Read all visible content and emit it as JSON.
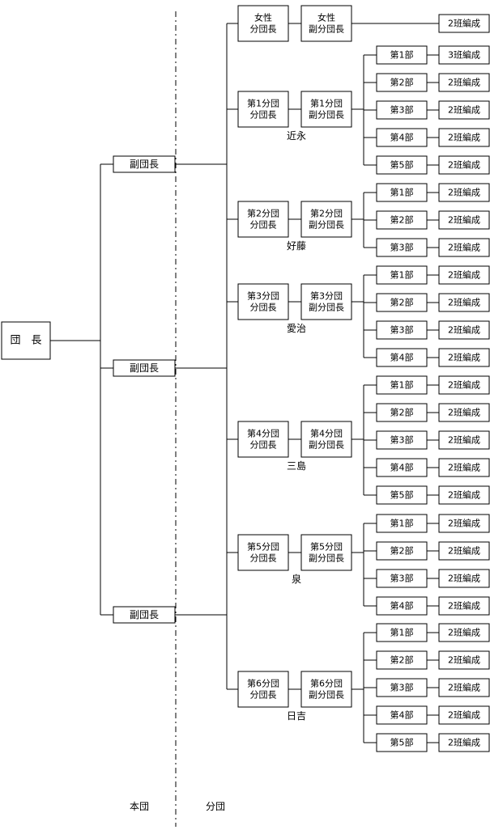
{
  "head": "団　長",
  "vice_heads": [
    "副団長",
    "副団長",
    "副団長"
  ],
  "sections": {
    "main": "本団",
    "branch": "分団"
  },
  "branches": [
    {
      "chief": [
        "女性",
        "分団長"
      ],
      "vice": [
        "女性",
        "副分団長"
      ],
      "area": "",
      "units": [],
      "women_unit": "2班編成"
    },
    {
      "chief": [
        "第1分団",
        "分団長"
      ],
      "vice": [
        "第1分団",
        "副分団長"
      ],
      "area": "近永",
      "units": [
        {
          "name": "第1部",
          "teams": "3班編成"
        },
        {
          "name": "第2部",
          "teams": "2班編成"
        },
        {
          "name": "第3部",
          "teams": "2班編成"
        },
        {
          "name": "第4部",
          "teams": "2班編成"
        },
        {
          "name": "第5部",
          "teams": "2班編成"
        }
      ]
    },
    {
      "chief": [
        "第2分団",
        "分団長"
      ],
      "vice": [
        "第2分団",
        "副分団長"
      ],
      "area": "好藤",
      "units": [
        {
          "name": "第1部",
          "teams": "2班編成"
        },
        {
          "name": "第2部",
          "teams": "2班編成"
        },
        {
          "name": "第3部",
          "teams": "2班編成"
        }
      ]
    },
    {
      "chief": [
        "第3分団",
        "分団長"
      ],
      "vice": [
        "第3分団",
        "副分団長"
      ],
      "area": "愛治",
      "units": [
        {
          "name": "第1部",
          "teams": "2班編成"
        },
        {
          "name": "第2部",
          "teams": "2班編成"
        },
        {
          "name": "第3部",
          "teams": "2班編成"
        },
        {
          "name": "第4部",
          "teams": "2班編成"
        }
      ]
    },
    {
      "chief": [
        "第4分団",
        "分団長"
      ],
      "vice": [
        "第4分団",
        "副分団長"
      ],
      "area": "三島",
      "units": [
        {
          "name": "第1部",
          "teams": "2班編成"
        },
        {
          "name": "第2部",
          "teams": "2班編成"
        },
        {
          "name": "第3部",
          "teams": "2班編成"
        },
        {
          "name": "第4部",
          "teams": "2班編成"
        },
        {
          "name": "第5部",
          "teams": "2班編成"
        }
      ]
    },
    {
      "chief": [
        "第5分団",
        "分団長"
      ],
      "vice": [
        "第5分団",
        "副分団長"
      ],
      "area": "泉",
      "units": [
        {
          "name": "第1部",
          "teams": "2班編成"
        },
        {
          "name": "第2部",
          "teams": "2班編成"
        },
        {
          "name": "第3部",
          "teams": "2班編成"
        },
        {
          "name": "第4部",
          "teams": "2班編成"
        }
      ]
    },
    {
      "chief": [
        "第6分団",
        "分団長"
      ],
      "vice": [
        "第6分団",
        "副分団長"
      ],
      "area": "日吉",
      "units": [
        {
          "name": "第1部",
          "teams": "2班編成"
        },
        {
          "name": "第2部",
          "teams": "2班編成"
        },
        {
          "name": "第3部",
          "teams": "2班編成"
        },
        {
          "name": "第4部",
          "teams": "2班編成"
        },
        {
          "name": "第5部",
          "teams": "2班編成"
        }
      ]
    }
  ]
}
